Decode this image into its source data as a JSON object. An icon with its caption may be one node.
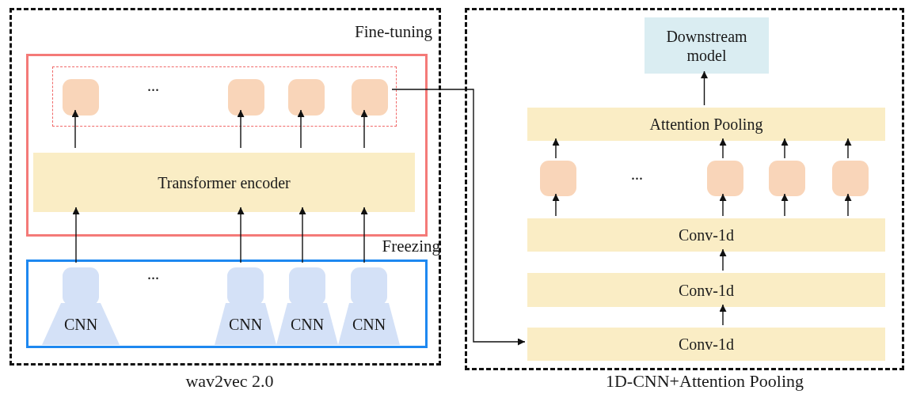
{
  "diagram": {
    "nodes": [
      {
        "text": [
          "wav2vec 2.0"
        ]
      },
      {
        "text": [
          "Fine-tuning"
        ],
        "in": 0
      },
      {
        "text": [],
        "shape": "box",
        "in": 1
      },
      {
        "text": [],
        "shape": "box",
        "in": 2
      },
      {
        "text": [],
        "shape": "box",
        "in": 2
      },
      {
        "text": [],
        "shape": "box",
        "in": 2
      },
      {
        "text": [],
        "shape": "box",
        "in": 2
      },
      {
        "text": [
          "Transformer encoder"
        ],
        "in": 1
      },
      {
        "text": [
          "Freezing"
        ],
        "in": 0
      },
      {
        "text": [
          "CNN"
        ],
        "in": 8
      },
      {
        "text": [
          "CNN"
        ],
        "in": 8
      },
      {
        "text": [
          "CNN"
        ],
        "in": 8
      },
      {
        "text": [
          "CNN"
        ],
        "in": 8
      },
      {
        "text": [
          "1D-CNN+Attention Pooling"
        ]
      },
      {
        "text": [
          "Downstream model"
        ],
        "in": 13
      },
      {
        "text": [
          "Attention Pooling"
        ],
        "in": 13
      },
      {
        "text": [],
        "shape": "box",
        "in": 13
      },
      {
        "text": [],
        "shape": "box",
        "in": 13
      },
      {
        "text": [],
        "shape": "box",
        "in": 13
      },
      {
        "text": [],
        "shape": "box",
        "in": 13
      },
      {
        "text": [
          "Conv-1d"
        ],
        "in": 13
      },
      {
        "text": [
          "Conv-1d"
        ],
        "in": 13
      },
      {
        "text": [
          "Conv-1d"
        ],
        "in": 13
      }
    ],
    "edges": [
      {
        "from": 9,
        "to": 7,
        "arrow": "to"
      },
      {
        "from": 10,
        "to": 7,
        "arrow": "to"
      },
      {
        "from": 11,
        "to": 7,
        "arrow": "to"
      },
      {
        "from": 12,
        "to": 7,
        "arrow": "to"
      },
      {
        "from": 7,
        "to": 3,
        "arrow": "to"
      },
      {
        "from": 7,
        "to": 4,
        "arrow": "to"
      },
      {
        "from": 7,
        "to": 5,
        "arrow": "to"
      },
      {
        "from": 7,
        "to": 6,
        "arrow": "to"
      },
      {
        "from": 2,
        "to": 22,
        "arrow": "to"
      },
      {
        "from": 22,
        "to": 21,
        "arrow": "to"
      },
      {
        "from": 21,
        "to": 20,
        "arrow": "to"
      },
      {
        "from": 20,
        "to": 16,
        "arrow": "to"
      },
      {
        "from": 20,
        "to": 17,
        "arrow": "to"
      },
      {
        "from": 20,
        "to": 18,
        "arrow": "to"
      },
      {
        "from": 20,
        "to": 19,
        "arrow": "to"
      },
      {
        "from": 16,
        "to": 15,
        "arrow": "to"
      },
      {
        "from": 17,
        "to": 15,
        "arrow": "to"
      },
      {
        "from": 18,
        "to": 15,
        "arrow": "to"
      },
      {
        "from": 19,
        "to": 15,
        "arrow": "to"
      },
      {
        "from": 15,
        "to": 14,
        "arrow": "to"
      }
    ],
    "labels": [
      "...",
      "...",
      "..."
    ]
  }
}
